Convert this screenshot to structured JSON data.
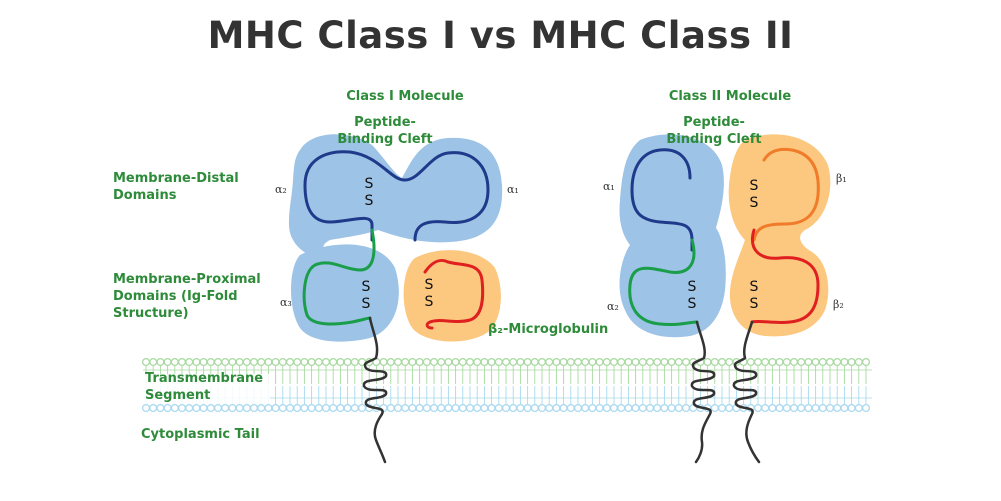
{
  "title": "MHC Class I vs MHC Class II",
  "class1": {
    "heading": "Class I Molecule",
    "cleft": "Peptide-Binding Cleft",
    "alpha1": "α₁",
    "alpha2": "α₂",
    "alpha3": "α₃",
    "b2m": "β₂-Microglobulin"
  },
  "class2": {
    "heading": "Class II Molecule",
    "cleft": "Peptide-Binding Cleft",
    "alpha1": "α₁",
    "alpha2": "α₂",
    "beta1": "β₁",
    "beta2": "β₂"
  },
  "side_labels": {
    "distal": "Membrane-Distal Domains",
    "proximal": "Membrane-Proximal Domains (Ig-Fold Structure)",
    "transmembrane": "Transmembrane Segment",
    "cyto": "Cytoplasmic Tail"
  },
  "disulfide": "S",
  "colors": {
    "blue_domain": "#9dc3e6",
    "orange_domain": "#fcc77e",
    "navy_chain": "#1f3a8a",
    "green_chain": "#1a9e4a",
    "red_chain": "#e02020",
    "orange_chain": "#f07b2a",
    "membrane_green": "#a8d8a0",
    "membrane_blue": "#a8d8f0",
    "label_green": "#2e8b3a"
  }
}
